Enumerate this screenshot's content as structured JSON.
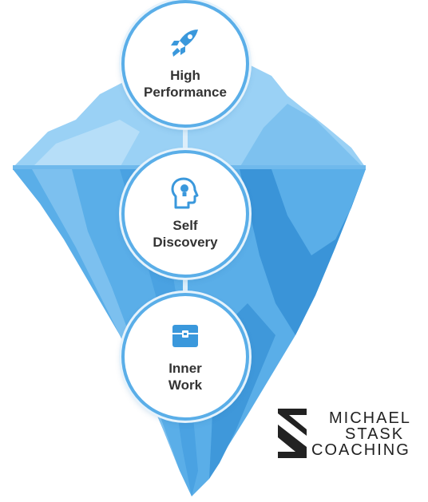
{
  "levels": [
    {
      "label": "High\nPerformance",
      "icon": "rocket-icon"
    },
    {
      "label": "Self\nDiscovery",
      "icon": "head-lightbulb-icon"
    },
    {
      "label": "Inner\nWork",
      "icon": "treasure-chest-icon"
    }
  ],
  "logo": {
    "line1": "MICHAEL",
    "line2": "STASK",
    "line3": "COACHING"
  },
  "colors": {
    "iceberg_light": "#8cc8f3",
    "iceberg_mid": "#5aaee8",
    "iceberg_dark": "#3a94d8",
    "icon": "#3a98dc",
    "ring": "#5aaee8",
    "logo": "#222222"
  }
}
